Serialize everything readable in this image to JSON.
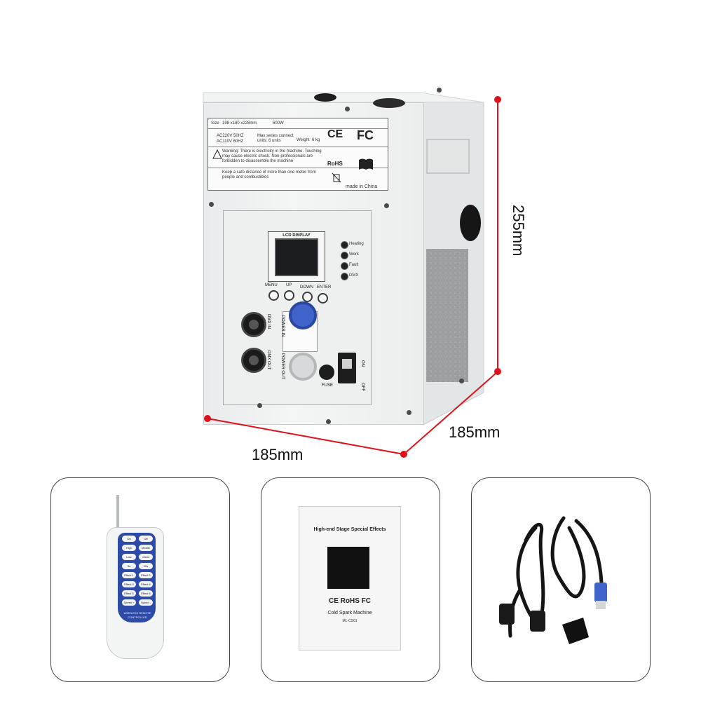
{
  "dimensions": {
    "height_label": "255mm",
    "width_label": "185mm",
    "depth_label": "185mm",
    "line_color": "#e0101a"
  },
  "label_sticker": {
    "size_label": "Size",
    "size_value": "198 x180 x228mm",
    "power_value": "600W",
    "voltage_1": "AC220V 50HZ",
    "voltage_2": "AC110V 60HZ",
    "series_note": "Max series connect units: 6 units",
    "weight_label": "Weight",
    "weight_value": "6 kg",
    "warning": "Warning: There is electricity in the machine. Touching may cause electric shock. Non-professionals are forbidden to disassemble the machine",
    "distance_note": "Keep a safe distance of more than one meter from people and combustibles",
    "origin": "made in China",
    "cert_ce": "CE",
    "cert_fc": "FC",
    "cert_rohs": "RoHS"
  },
  "control_panel": {
    "lcd_title": "LCD DISPLAY",
    "indicators": [
      "Heating",
      "Work",
      "Fault",
      "DMX"
    ],
    "buttons": [
      "MENU",
      "UP",
      "DOWN",
      "ENTER"
    ],
    "dmx_in": "DMX IN",
    "dmx_out": "DMX OUT",
    "power_in": "POWER IN",
    "power_out": "POWER OUT",
    "fuse": "FUSE",
    "switch_on": "ON",
    "switch_off": "OFF",
    "power_in_color": "#3f63c9"
  },
  "remote": {
    "buttons": [
      "On",
      "Off",
      "High",
      "Middle",
      "Low",
      "Clear",
      "5s",
      "10s",
      "Effect 1",
      "Effect 2",
      "Effect 3",
      "Effect 4",
      "Effect 5",
      "Effect 6",
      "Speed +",
      "Speed -"
    ],
    "caption": "WIRELESS REMOTE CONTROLLER",
    "face_color": "#2d4aa6"
  },
  "manual": {
    "title": "High-end Stage Special Effects",
    "certs": "CE RoHS FC",
    "product_name": "Cold Spark Machine",
    "model": "ML-CS01"
  }
}
